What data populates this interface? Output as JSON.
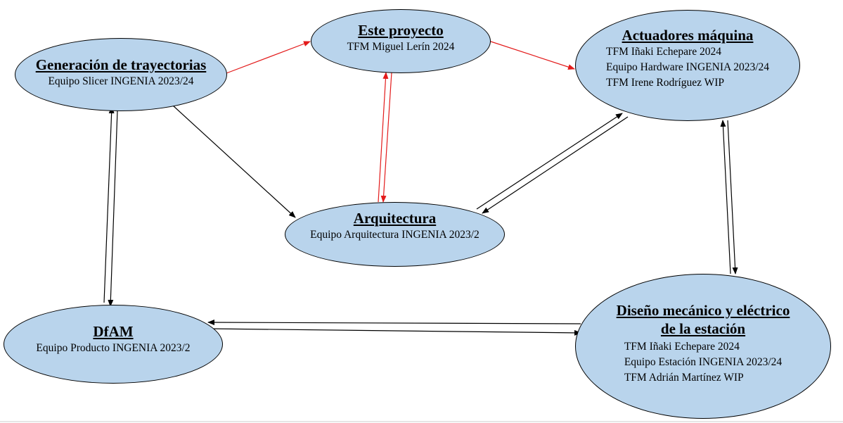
{
  "nodes": {
    "este_proyecto": {
      "title": "Este proyecto",
      "lines": [
        "TFM Miguel Lerín 2024"
      ]
    },
    "generacion": {
      "title": "Generación de trayectorias",
      "lines": [
        "Equipo Slicer INGENIA 2023/24"
      ]
    },
    "actuadores": {
      "title": "Actuadores máquina",
      "lines": [
        "TFM Iñaki Echepare 2024",
        "Equipo Hardware INGENIA 2023/24",
        "TFM Irene Rodríguez WIP"
      ]
    },
    "arquitectura": {
      "title": "Arquitectura",
      "lines": [
        "Equipo Arquitectura INGENIA 2023/2"
      ]
    },
    "dfam": {
      "title": "DfAM",
      "lines": [
        "Equipo Producto INGENIA 2023/2"
      ]
    },
    "diseno": {
      "title_line1": "Diseño mecánico y eléctrico",
      "title_line2": "de la estación",
      "lines": [
        "TFM Iñaki Echepare 2024",
        "Equipo Estación INGENIA 2023/24",
        "TFM Adrián Martínez WIP"
      ]
    }
  },
  "colors": {
    "node_fill": "#b9d4ec",
    "project_link": "#e31b1b",
    "link": "#000000"
  }
}
